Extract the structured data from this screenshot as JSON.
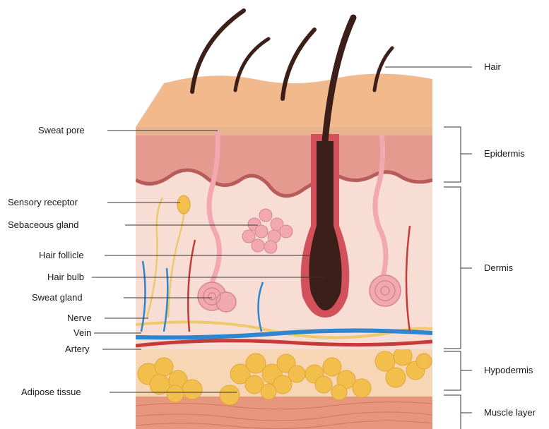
{
  "left_labels": [
    {
      "id": "sweat-pore",
      "text": "Sweat pore"
    },
    {
      "id": "sensory-receptor",
      "text": "Sensory receptor"
    },
    {
      "id": "sebaceous-gland",
      "text": "Sebaceous gland"
    },
    {
      "id": "hair-follicle",
      "text": "Hair follicle"
    },
    {
      "id": "hair-bulb",
      "text": "Hair bulb"
    },
    {
      "id": "sweat-gland",
      "text": "Sweat gland"
    },
    {
      "id": "nerve",
      "text": "Nerve"
    },
    {
      "id": "vein",
      "text": "Vein"
    },
    {
      "id": "artery",
      "text": "Artery"
    },
    {
      "id": "adipose-tissue",
      "text": "Adipose tissue"
    }
  ],
  "right_labels": [
    {
      "id": "hair",
      "text": "Hair"
    },
    {
      "id": "epidermis",
      "text": "Epidermis"
    },
    {
      "id": "dermis",
      "text": "Dermis"
    },
    {
      "id": "hypodermis",
      "text": "Hypodermis"
    },
    {
      "id": "muscle-layer",
      "text": "Muscle layer"
    }
  ],
  "colors": {
    "skin_surface": "#f2b98c",
    "epidermis": "#e49a8e",
    "dermis": "#f8ddd4",
    "hypodermis": "#f7d6b6",
    "fat": "#f3bf4c",
    "muscle": "#e6967c",
    "hair": "#3d1f1a",
    "vein": "#2e86d0",
    "artery": "#c63a3a",
    "nerve": "#ecc96b",
    "gland": "#f1a8ae",
    "line": "#333333"
  }
}
